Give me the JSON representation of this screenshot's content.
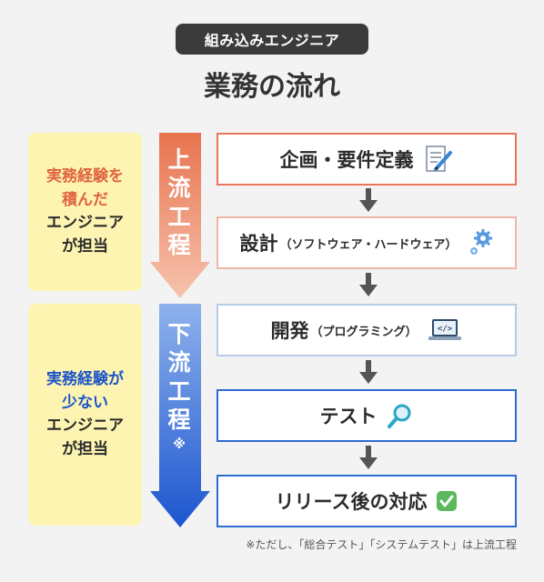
{
  "header": {
    "tag": "組み込みエンジニア",
    "title": "業務の流れ"
  },
  "left_notes": {
    "upper": {
      "line1": "実務経験を",
      "line2": "積んだ",
      "line3": "エンジニア",
      "line4": "が担当"
    },
    "lower": {
      "line1": "実務経験が",
      "line2": "少ない",
      "line3": "エンジニア",
      "line4": "が担当"
    }
  },
  "process_labels": {
    "upper": [
      "上",
      "流",
      "工",
      "程"
    ],
    "lower": [
      "下",
      "流",
      "工",
      "程"
    ],
    "lower_note": "※"
  },
  "steps": [
    {
      "main": "企画・要件定義",
      "sub": "",
      "icon": "document-pen-icon"
    },
    {
      "main": "設計",
      "sub": "（ソフトウェア・ハードウェア）",
      "icon": "gears-icon"
    },
    {
      "main": "開発",
      "sub": "（プログラミング）",
      "icon": "laptop-code-icon"
    },
    {
      "main": "テスト",
      "sub": "",
      "icon": "magnifier-icon"
    },
    {
      "main": "リリース後の対応",
      "sub": "",
      "icon": "check-mark-icon"
    }
  ],
  "footnote": "※ただし、「総合テスト」「システムテスト」は上流工程",
  "colors": {
    "upper_orange": "#e8765a",
    "lower_blue": "#1d55c8",
    "note_yellow": "#fdf4b2"
  }
}
